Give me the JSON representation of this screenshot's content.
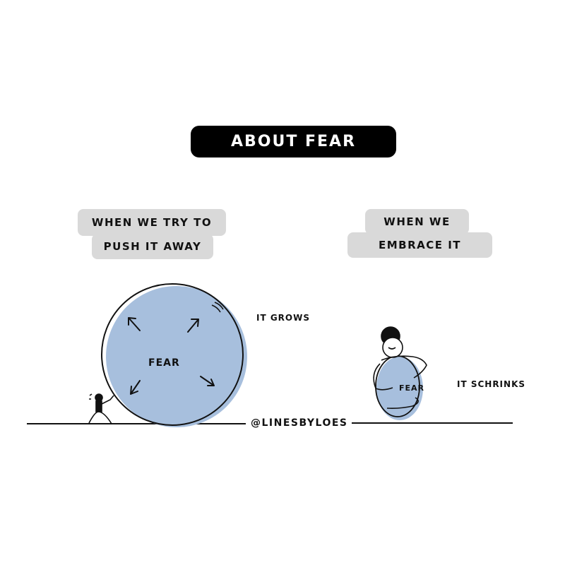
{
  "title": "ABOUT FEAR",
  "left_panel": {
    "heading_lines": [
      "WHEN WE TRY TO",
      "PUSH IT AWAY"
    ],
    "ball_label": "FEAR",
    "outcome": "IT GROWS"
  },
  "right_panel": {
    "heading_lines": [
      "WHEN WE",
      "EMBRACE IT"
    ],
    "ball_label": "FEAR",
    "outcome": "IT SCHRINKS"
  },
  "credit": "@LINESBYLOES",
  "colors": {
    "ball_fill": "#a7bfdd",
    "pill_bg": "#d9d9d9",
    "title_bg": "#000000",
    "ink": "#111111"
  }
}
